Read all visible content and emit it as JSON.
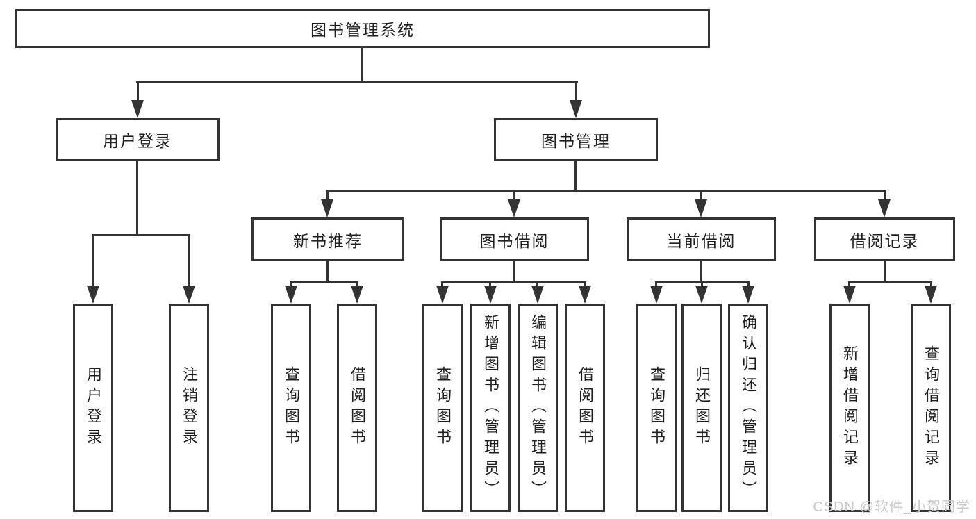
{
  "colors": {
    "line": "#333333",
    "text": "#1f1f1f",
    "watermark": "#c8c8c8",
    "background": "#ffffff"
  },
  "watermark": "CSDN @软件_小贺同学",
  "tree": {
    "label": "图书管理系统",
    "children": [
      {
        "label": "用户登录",
        "children": [
          {
            "label": "用户登录"
          },
          {
            "label": "注销登录"
          }
        ]
      },
      {
        "label": "图书管理",
        "children": [
          {
            "label": "新书推荐",
            "children": [
              {
                "label": "查询图书"
              },
              {
                "label": "借阅图书"
              }
            ]
          },
          {
            "label": "图书借阅",
            "children": [
              {
                "label": "查询图书"
              },
              {
                "label": "新增图书（管理员）"
              },
              {
                "label": "编辑图书（管理员）"
              },
              {
                "label": "借阅图书"
              }
            ]
          },
          {
            "label": "当前借阅",
            "children": [
              {
                "label": "查询图书"
              },
              {
                "label": "归还图书"
              },
              {
                "label": "确认归还（管理员）"
              }
            ]
          },
          {
            "label": "借阅记录",
            "children": [
              {
                "label": "新增借阅记录"
              },
              {
                "label": "查询借阅记录"
              }
            ]
          }
        ]
      }
    ]
  }
}
